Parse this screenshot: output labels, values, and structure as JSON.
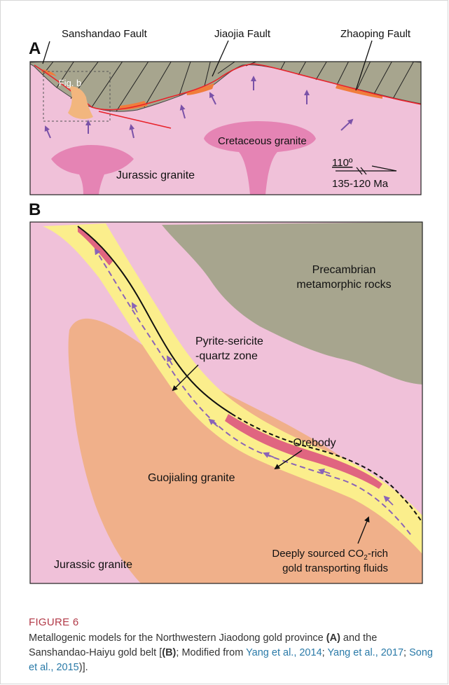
{
  "panel_a": {
    "label": "A",
    "faults": [
      "Sanshandao Fault",
      "Jiaojia Fault",
      "Zhaoping Fault"
    ],
    "inset_label": "Fig. b",
    "cretaceous": "Cretaceous granite",
    "jurassic": "Jurassic granite",
    "orientation": "110º",
    "age": "135-120 Ma"
  },
  "panel_b": {
    "label": "B",
    "precambrian_1": "Precambrian",
    "precambrian_2": "metamorphic rocks",
    "zone_1": "Pyrite-sericite",
    "zone_2": "-quartz zone",
    "orebody": "Orebody",
    "guojialing": "Guojialing granite",
    "fluids_1": "Deeply sourced CO",
    "fluids_sub": "2",
    "fluids_1b": "-rich",
    "fluids_2": "gold transporting fluids",
    "jurassic": "Jurassic granite"
  },
  "caption": {
    "label": "FIGURE 6",
    "t1": "Metallogenic models for the Northwestern Jiaodong gold province ",
    "a": "(A)",
    "t2": " and the Sanshandao-Haiyu gold belt [",
    "b": "(B)",
    "t3": "; Modified from ",
    "r1": "Yang et al., 2014",
    "s1": "; ",
    "r2": "Yang et al., 2017",
    "s2": "; ",
    "r3": "Song et al., 2015",
    "t4": ")]."
  },
  "colors": {
    "pink": "#f0c1d9",
    "greenish_gray": "#a7a58e",
    "granite_dark_pink": "#e584b4",
    "orange": "#f0b08a",
    "yellow": "#fbee8c",
    "red": "#e8222a",
    "purple_arrow": "#7a52a8"
  }
}
